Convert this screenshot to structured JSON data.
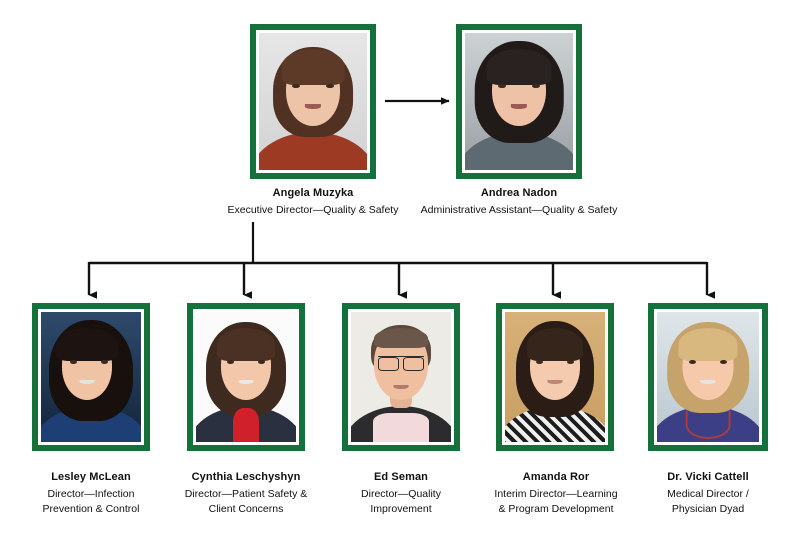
{
  "chart": {
    "kind": "organizational-chart",
    "accent_color": "#15713c",
    "connector_color": "#111111",
    "background_color": "#ffffff"
  },
  "top_row": [
    {
      "id": "angela-muzyka",
      "name": "Angela Muzyka",
      "title_lines": [
        "Executive Director—Quality & Safety"
      ],
      "photo_alt": "angela-muzyka-photo"
    },
    {
      "id": "andrea-nadon",
      "name": "Andrea Nadon",
      "title_lines": [
        "Administrative Assistant—Quality & Safety"
      ],
      "photo_alt": "andrea-nadon-photo"
    }
  ],
  "bottom_row": [
    {
      "id": "lesley-mclean",
      "name": "Lesley McLean",
      "title_lines": [
        "Director—Infection",
        "Prevention & Control"
      ],
      "photo_alt": "lesley-mclean-photo"
    },
    {
      "id": "cynthia-leschyshyn",
      "name": "Cynthia Leschyshyn",
      "title_lines": [
        "Director—Patient Safety &",
        "Client Concerns"
      ],
      "photo_alt": "cynthia-leschyshyn-photo"
    },
    {
      "id": "ed-seman",
      "name": "Ed Seman",
      "title_lines": [
        "Director—Quality",
        "Improvement"
      ],
      "photo_alt": "ed-seman-photo"
    },
    {
      "id": "amanda-ror",
      "name": "Amanda Ror",
      "title_lines": [
        "Interim Director—Learning",
        "& Program Development"
      ],
      "photo_alt": "amanda-ror-photo"
    },
    {
      "id": "vicki-cattell",
      "name": "Dr. Vicki Cattell",
      "title_lines": [
        "Medical Director /",
        "Physician Dyad"
      ],
      "photo_alt": "vicki-cattell-photo"
    }
  ],
  "connectors": {
    "lateral_arrow": "arrow-right-angela-to-andrea",
    "stem": "vertical-stem-from-angela",
    "bus": "horizontal-distribution-bar",
    "drops": [
      "arrow-down-to-lesley-mclean",
      "arrow-down-to-cynthia-leschyshyn",
      "arrow-down-to-ed-seman",
      "arrow-down-to-amanda-ror",
      "arrow-down-to-vicki-cattell"
    ]
  }
}
